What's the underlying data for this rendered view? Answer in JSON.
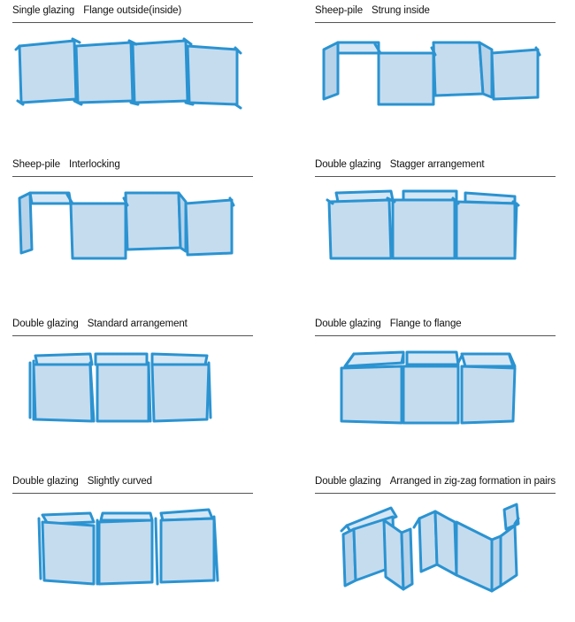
{
  "panels": [
    {
      "kind": "Single glazing",
      "detail": "Flange outside(inside)"
    },
    {
      "kind": "Sheep-pile",
      "detail": "Strung inside"
    },
    {
      "kind": "Sheep-pile",
      "detail": "Interlocking"
    },
    {
      "kind": "Double glazing",
      "detail": "Stagger arrangement"
    },
    {
      "kind": "Double glazing",
      "detail": "Standard arrangement"
    },
    {
      "kind": "Double glazing",
      "detail": "Flange to flange"
    },
    {
      "kind": "Double glazing",
      "detail": "Slightly curved"
    },
    {
      "kind": "Double glazing",
      "detail": "Arranged in zig-zag formation in pairs"
    }
  ],
  "colors": {
    "glass": "#c5dcef",
    "outline": "#2b93d1",
    "rule": "#555555",
    "text": "#111111"
  }
}
